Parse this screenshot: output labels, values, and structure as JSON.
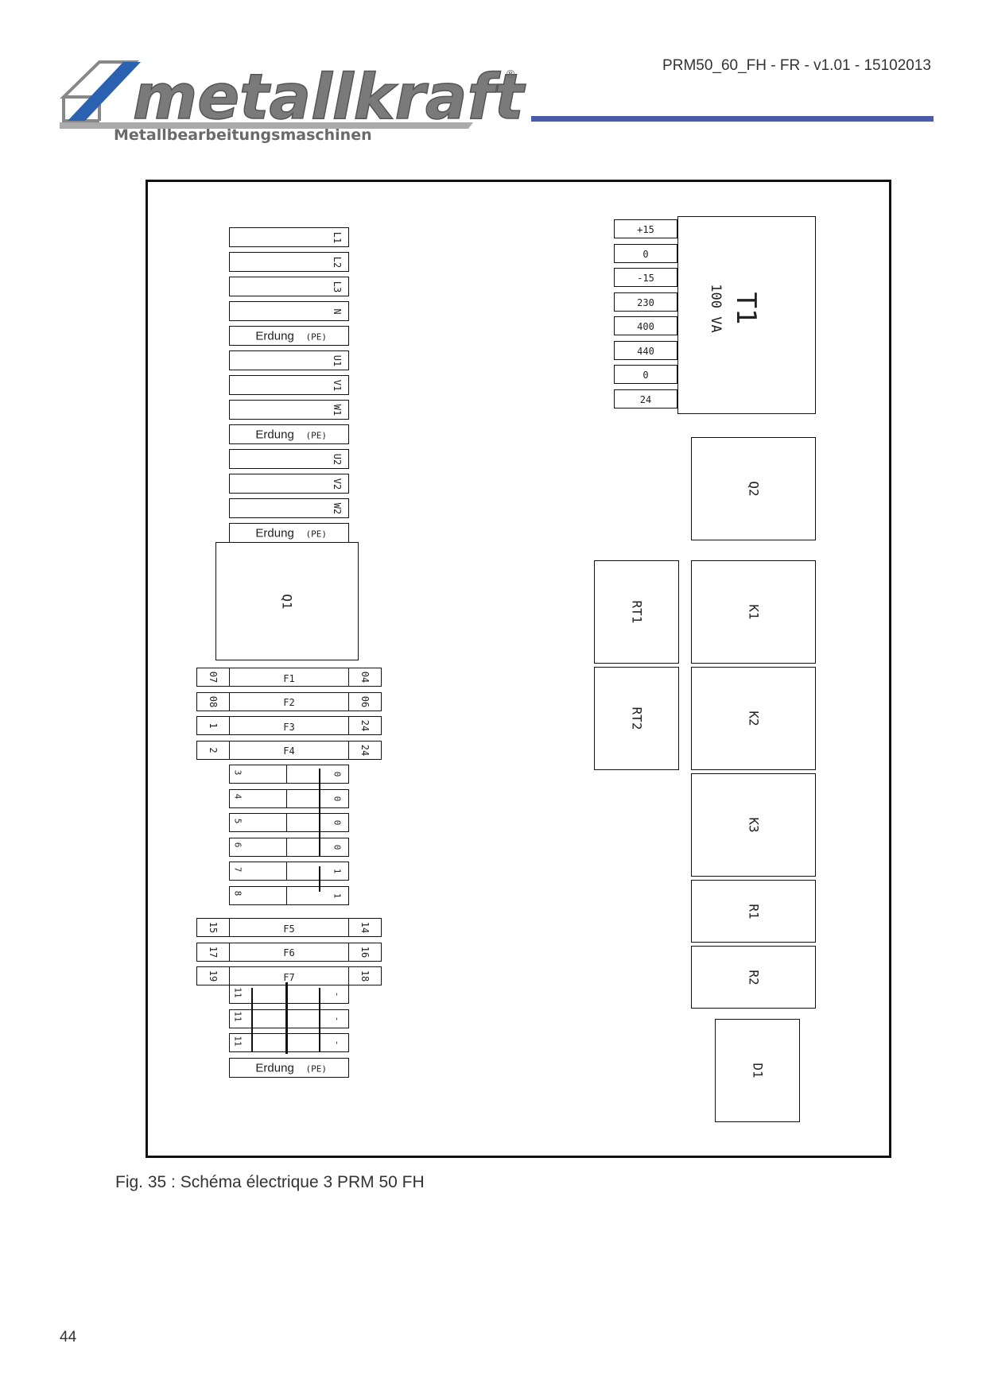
{
  "header": {
    "doc_ref": "PRM50_60_FH - FR - v1.01 - 15102013",
    "logo_wordmark": "metallkraft",
    "logo_registered": "®",
    "logo_tagline": "Metallbearbeitungsmaschinen"
  },
  "terminals": [
    {
      "text": "L1",
      "rotated": true
    },
    {
      "text": "L2",
      "rotated": true
    },
    {
      "text": "L3",
      "rotated": true
    },
    {
      "text": "N",
      "rotated": true
    },
    {
      "text": "Erdung",
      "suffix": "(PE)",
      "rotated": false
    },
    {
      "text": "U1",
      "rotated": true
    },
    {
      "text": "V1",
      "rotated": true
    },
    {
      "text": "W1",
      "rotated": true
    },
    {
      "text": "Erdung",
      "suffix": "(PE)",
      "rotated": false
    },
    {
      "text": "U2",
      "rotated": true
    },
    {
      "text": "V2",
      "rotated": true
    },
    {
      "text": "W2",
      "rotated": true
    },
    {
      "text": "Erdung",
      "suffix": "(PE)",
      "rotated": false
    }
  ],
  "q1_label": "Q1",
  "fuses_top": [
    {
      "left": "07",
      "label": "F1",
      "right": "04"
    },
    {
      "left": "08",
      "label": "F2",
      "right": "06"
    },
    {
      "left": "1",
      "label": "F3",
      "right": "24"
    },
    {
      "left": "2",
      "label": "F4",
      "right": "24"
    }
  ],
  "bridge_rows": [
    {
      "left": "3",
      "right": "0"
    },
    {
      "left": "4",
      "right": "0"
    },
    {
      "left": "5",
      "right": "0"
    },
    {
      "left": "6",
      "right": "0"
    },
    {
      "left": "7",
      "right": "1"
    },
    {
      "left": "8",
      "right": "1"
    }
  ],
  "fuses_bottom": [
    {
      "left": "15",
      "label": "F5",
      "right": "14"
    },
    {
      "left": "17",
      "label": "F6",
      "right": "16"
    },
    {
      "left": "19",
      "label": "F7",
      "right": "18"
    }
  ],
  "bottom_rows": [
    {
      "left": "11",
      "right": "-"
    },
    {
      "left": "11",
      "right": "-"
    },
    {
      "left": "11",
      "right": "-"
    }
  ],
  "bottom_erdung": {
    "text": "Erdung",
    "suffix": "(PE)"
  },
  "transformer": {
    "taps": [
      "+15",
      "0",
      "-15",
      "230",
      "400",
      "440",
      "0",
      "24"
    ],
    "label": "T1",
    "rating": "100 VA"
  },
  "components": {
    "q2": "Q2",
    "rt1": "RT1",
    "rt2": "RT2",
    "k1": "K1",
    "k2": "K2",
    "k3": "K3",
    "r1": "R1",
    "r2": "R2",
    "d1": "D1"
  },
  "caption": "Fig. 35 : Schéma électrique 3 PRM 50 FH",
  "page_number": "44"
}
